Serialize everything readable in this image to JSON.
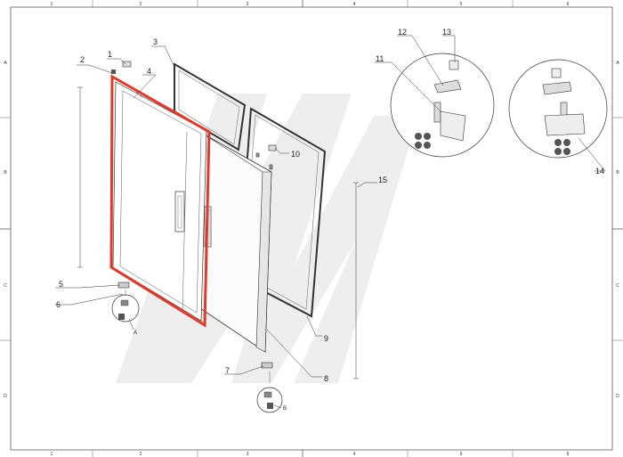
{
  "grid": {
    "columns": [
      "1",
      "2",
      "3",
      "4",
      "5",
      "6"
    ],
    "rows": [
      "A",
      "B",
      "C",
      "D"
    ]
  },
  "callouts": {
    "c1": "1",
    "c2": "2",
    "c3": "3",
    "c4": "4",
    "c5": "5",
    "c6": "6",
    "c7": "7",
    "c8": "8",
    "c9": "9",
    "c10": "10",
    "c11": "11",
    "c12": "12",
    "c13": "13",
    "c14": "14",
    "c15": "15"
  },
  "detail_labels": {
    "a": "A",
    "b": "B"
  },
  "colors": {
    "highlight": "#e03a2a",
    "line": "#333333",
    "watermark": "#eeeeee",
    "border": "#444444"
  }
}
